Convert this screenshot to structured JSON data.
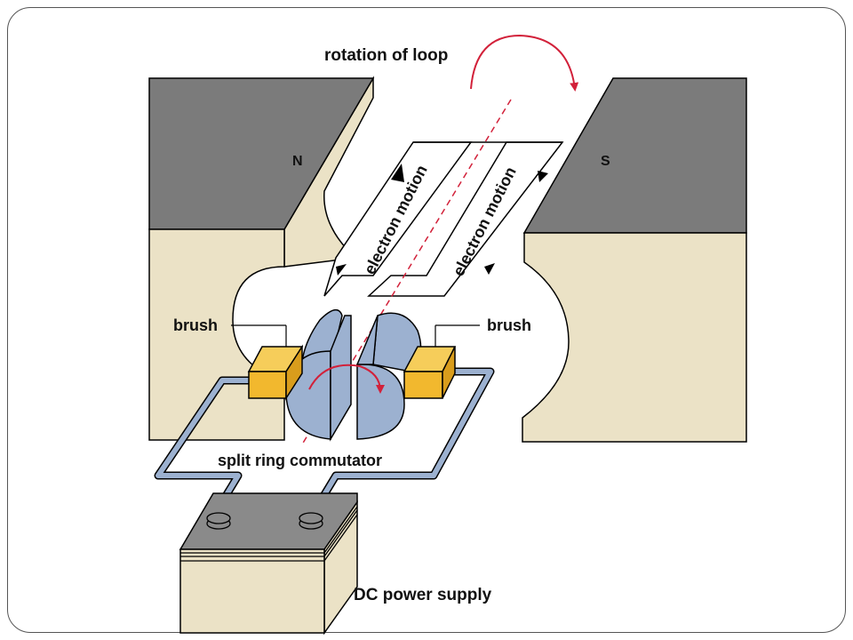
{
  "diagram": {
    "title": "rotation of loop",
    "labels": {
      "north_pole": "N",
      "south_pole": "S",
      "electron_motion_left": "electron motion",
      "electron_motion_right": "electron motion",
      "brush_left": "brush",
      "brush_right": "brush",
      "commutator": "split ring commutator",
      "power_supply": "DC power supply"
    },
    "colors": {
      "magnet_top": "#7b7b7b",
      "magnet_face": "#ebe2c6",
      "commutator": "#9cb1d0",
      "brush": "#f2b82e",
      "wire": "#9cb1d0",
      "rotation_arrow": "#d2213a",
      "axis_line": "#d2213a",
      "battery_top": "#8a8a8a",
      "battery_face": "#ebe2c6"
    }
  }
}
